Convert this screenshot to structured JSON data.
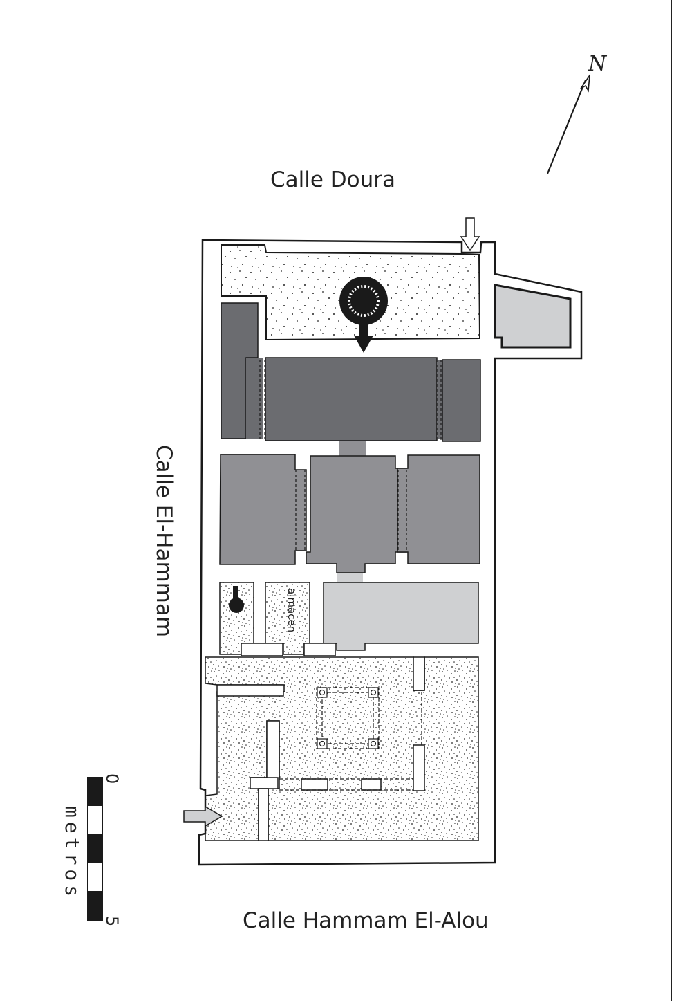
{
  "streets": {
    "north": "Calle Doura",
    "west": "Calle El-Hammam",
    "south": "Calle Hammam El-Alou"
  },
  "north_arrow": {
    "label": "N"
  },
  "rooms": {
    "storage": "almacen"
  },
  "scale_bar": {
    "unit": "metros",
    "min": "0",
    "max": "5"
  },
  "colors": {
    "hot_room": "#6b6c70",
    "warm_room": "#909094",
    "cold_room": "#cfd0d2",
    "outline": "#1a1a1a",
    "fill_white": "#ffffff"
  }
}
